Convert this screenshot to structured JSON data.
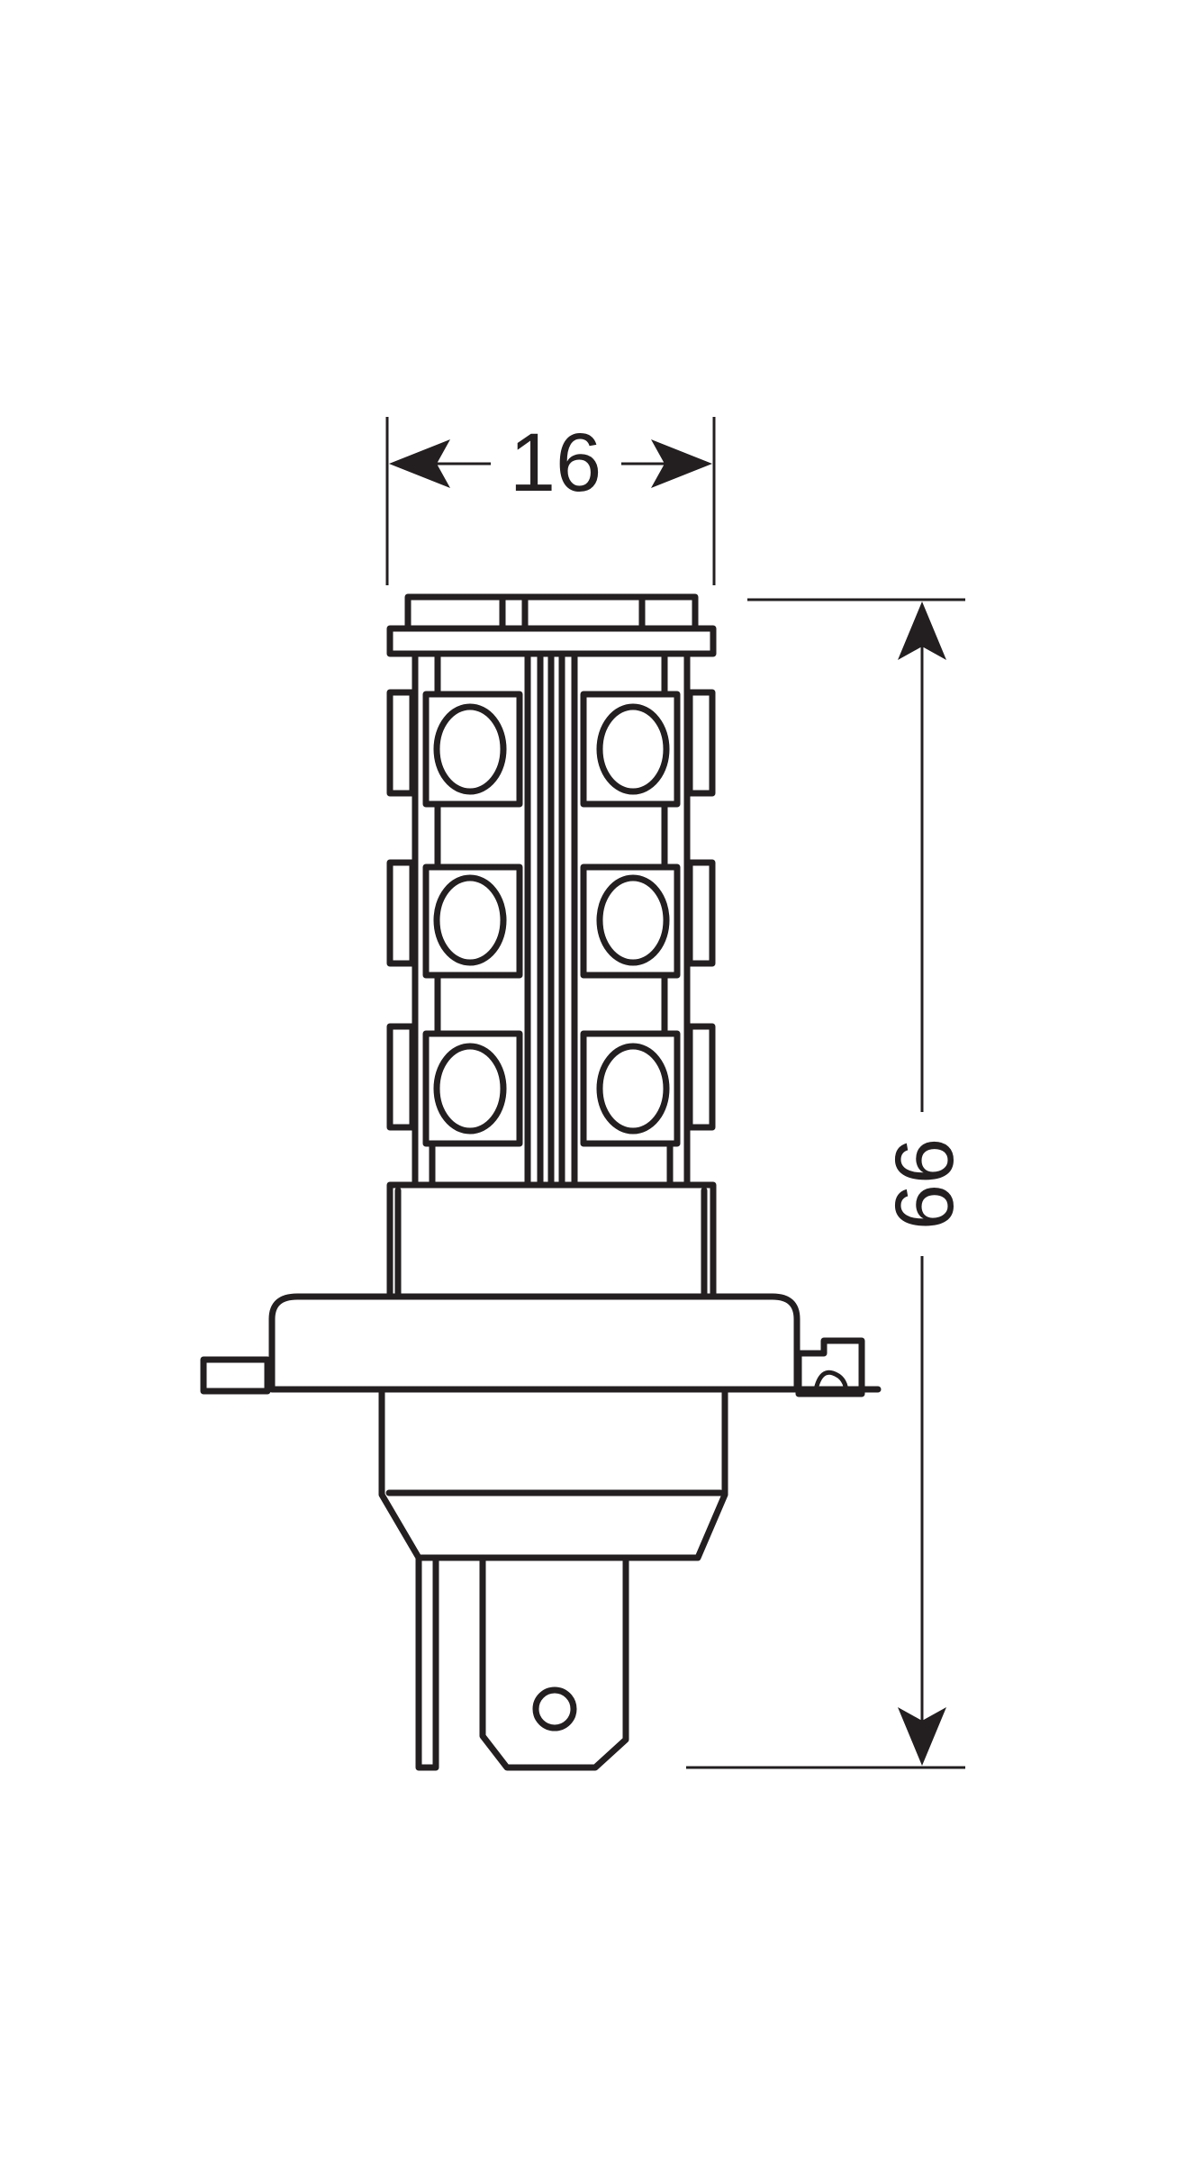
{
  "diagram": {
    "colors": {
      "line": "#231f20",
      "background": "#ffffff"
    },
    "width_dimension": {
      "label": "16"
    },
    "height_dimension": {
      "label": "66"
    },
    "led_rows": 3,
    "leds_per_row": 2
  }
}
